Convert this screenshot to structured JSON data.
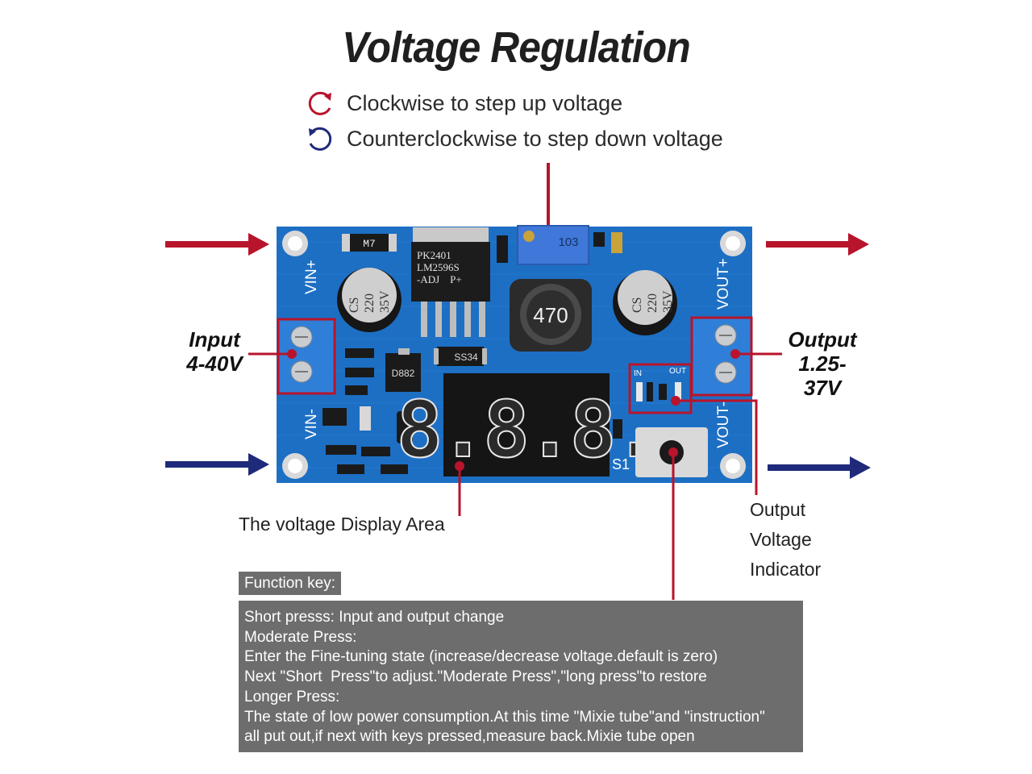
{
  "title": "Voltage Regulation",
  "legend": [
    {
      "text": "Clockwise to step up voltage",
      "color": "#b8142b",
      "icon": "clockwise-arrow-icon"
    },
    {
      "text": "Counterclockwise to step down voltage",
      "color": "#1f2a7a",
      "icon": "counterclockwise-arrow-icon"
    }
  ],
  "input": {
    "label": "Input",
    "range": "4-40V"
  },
  "output": {
    "label": "Output",
    "range": "1.25-37V"
  },
  "board": {
    "pcb_color": "#1d6fc4",
    "pin_labels": {
      "vin_plus": "VIN+",
      "vin_minus": "VIN-",
      "vout_plus": "VOUT+",
      "vout_minus": "VOUT-"
    },
    "chip": [
      "PK2401",
      "LM2596S",
      "-ADJ    P+"
    ],
    "capacitor_left": [
      "CS",
      "220",
      "35V"
    ],
    "capacitor_right": [
      "CS",
      "220",
      "35V"
    ],
    "inductor": "470",
    "potentiometer": "103",
    "diode": "SS34",
    "transistor": "D882",
    "regulator_small": "M7",
    "display_digits": "8.8.8.",
    "switch": "S1",
    "indicator_in": "IN",
    "indicator_out": "OUT"
  },
  "callouts": {
    "display": "The voltage Display Area",
    "indicator_lines": [
      "Output",
      "Voltage",
      "Indicator"
    ]
  },
  "function_key": {
    "header": "Function key:",
    "lines": [
      "Short presss: Input and output change",
      "Moderate Press:",
      "Enter the Fine-tuning state (increase/decrease voltage.default is zero)",
      "Next \"Short  Press\"to adjust.\"Moderate Press\",\"long press\"to restore",
      "Longer Press:",
      "The state of low power consumption.At this time \"Mixie tube\"and \"instruction\"",
      "all put out,if next with keys pressed,measure back.Mixie tube open"
    ]
  },
  "colors": {
    "red": "#b8142b",
    "blue": "#1f2a7a",
    "box": "#6d6d6d"
  }
}
